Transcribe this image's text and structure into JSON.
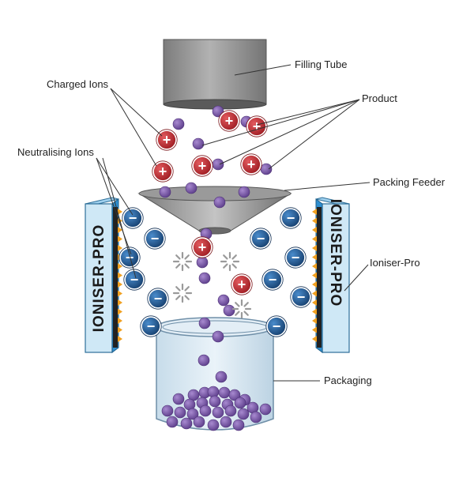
{
  "labels": {
    "filling_tube": "Filling Tube",
    "charged_ions": "Charged Ions",
    "product": "Product",
    "neutralising_ions": "Neutralising Ions",
    "packing_feeder": "Packing Feeder",
    "ioniser_pro": "Ioniser-Pro",
    "packaging": "Packaging"
  },
  "device_brand": "IONISER-PRO",
  "ion_symbols": {
    "positive": "+",
    "negative": "−"
  },
  "colors": {
    "positive_ion": "#c0282d",
    "negative_ion": "#1f5f9e",
    "product": "#7a56a8",
    "bar_panel": "#cfe8f6",
    "emitter": "#f0a020",
    "container": "#dbe9f2",
    "tube": "#8e8e8e"
  }
}
